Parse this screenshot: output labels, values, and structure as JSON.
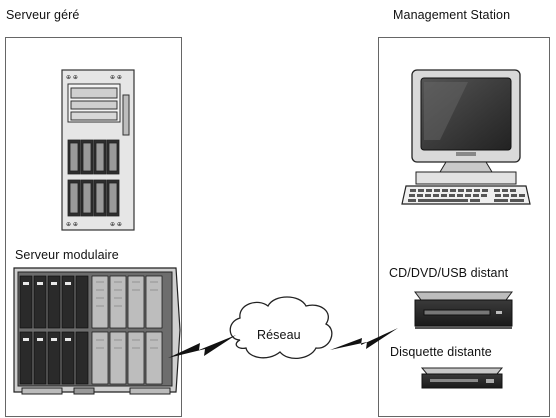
{
  "labels": {
    "managed_server": "Serveur géré",
    "management_station": "Management Station",
    "modular_server": "Serveur modulaire",
    "remote_cd_dvd_usb": "CD/DVD/USB distant",
    "remote_floppy": "Disquette distante",
    "network": "Réseau"
  }
}
